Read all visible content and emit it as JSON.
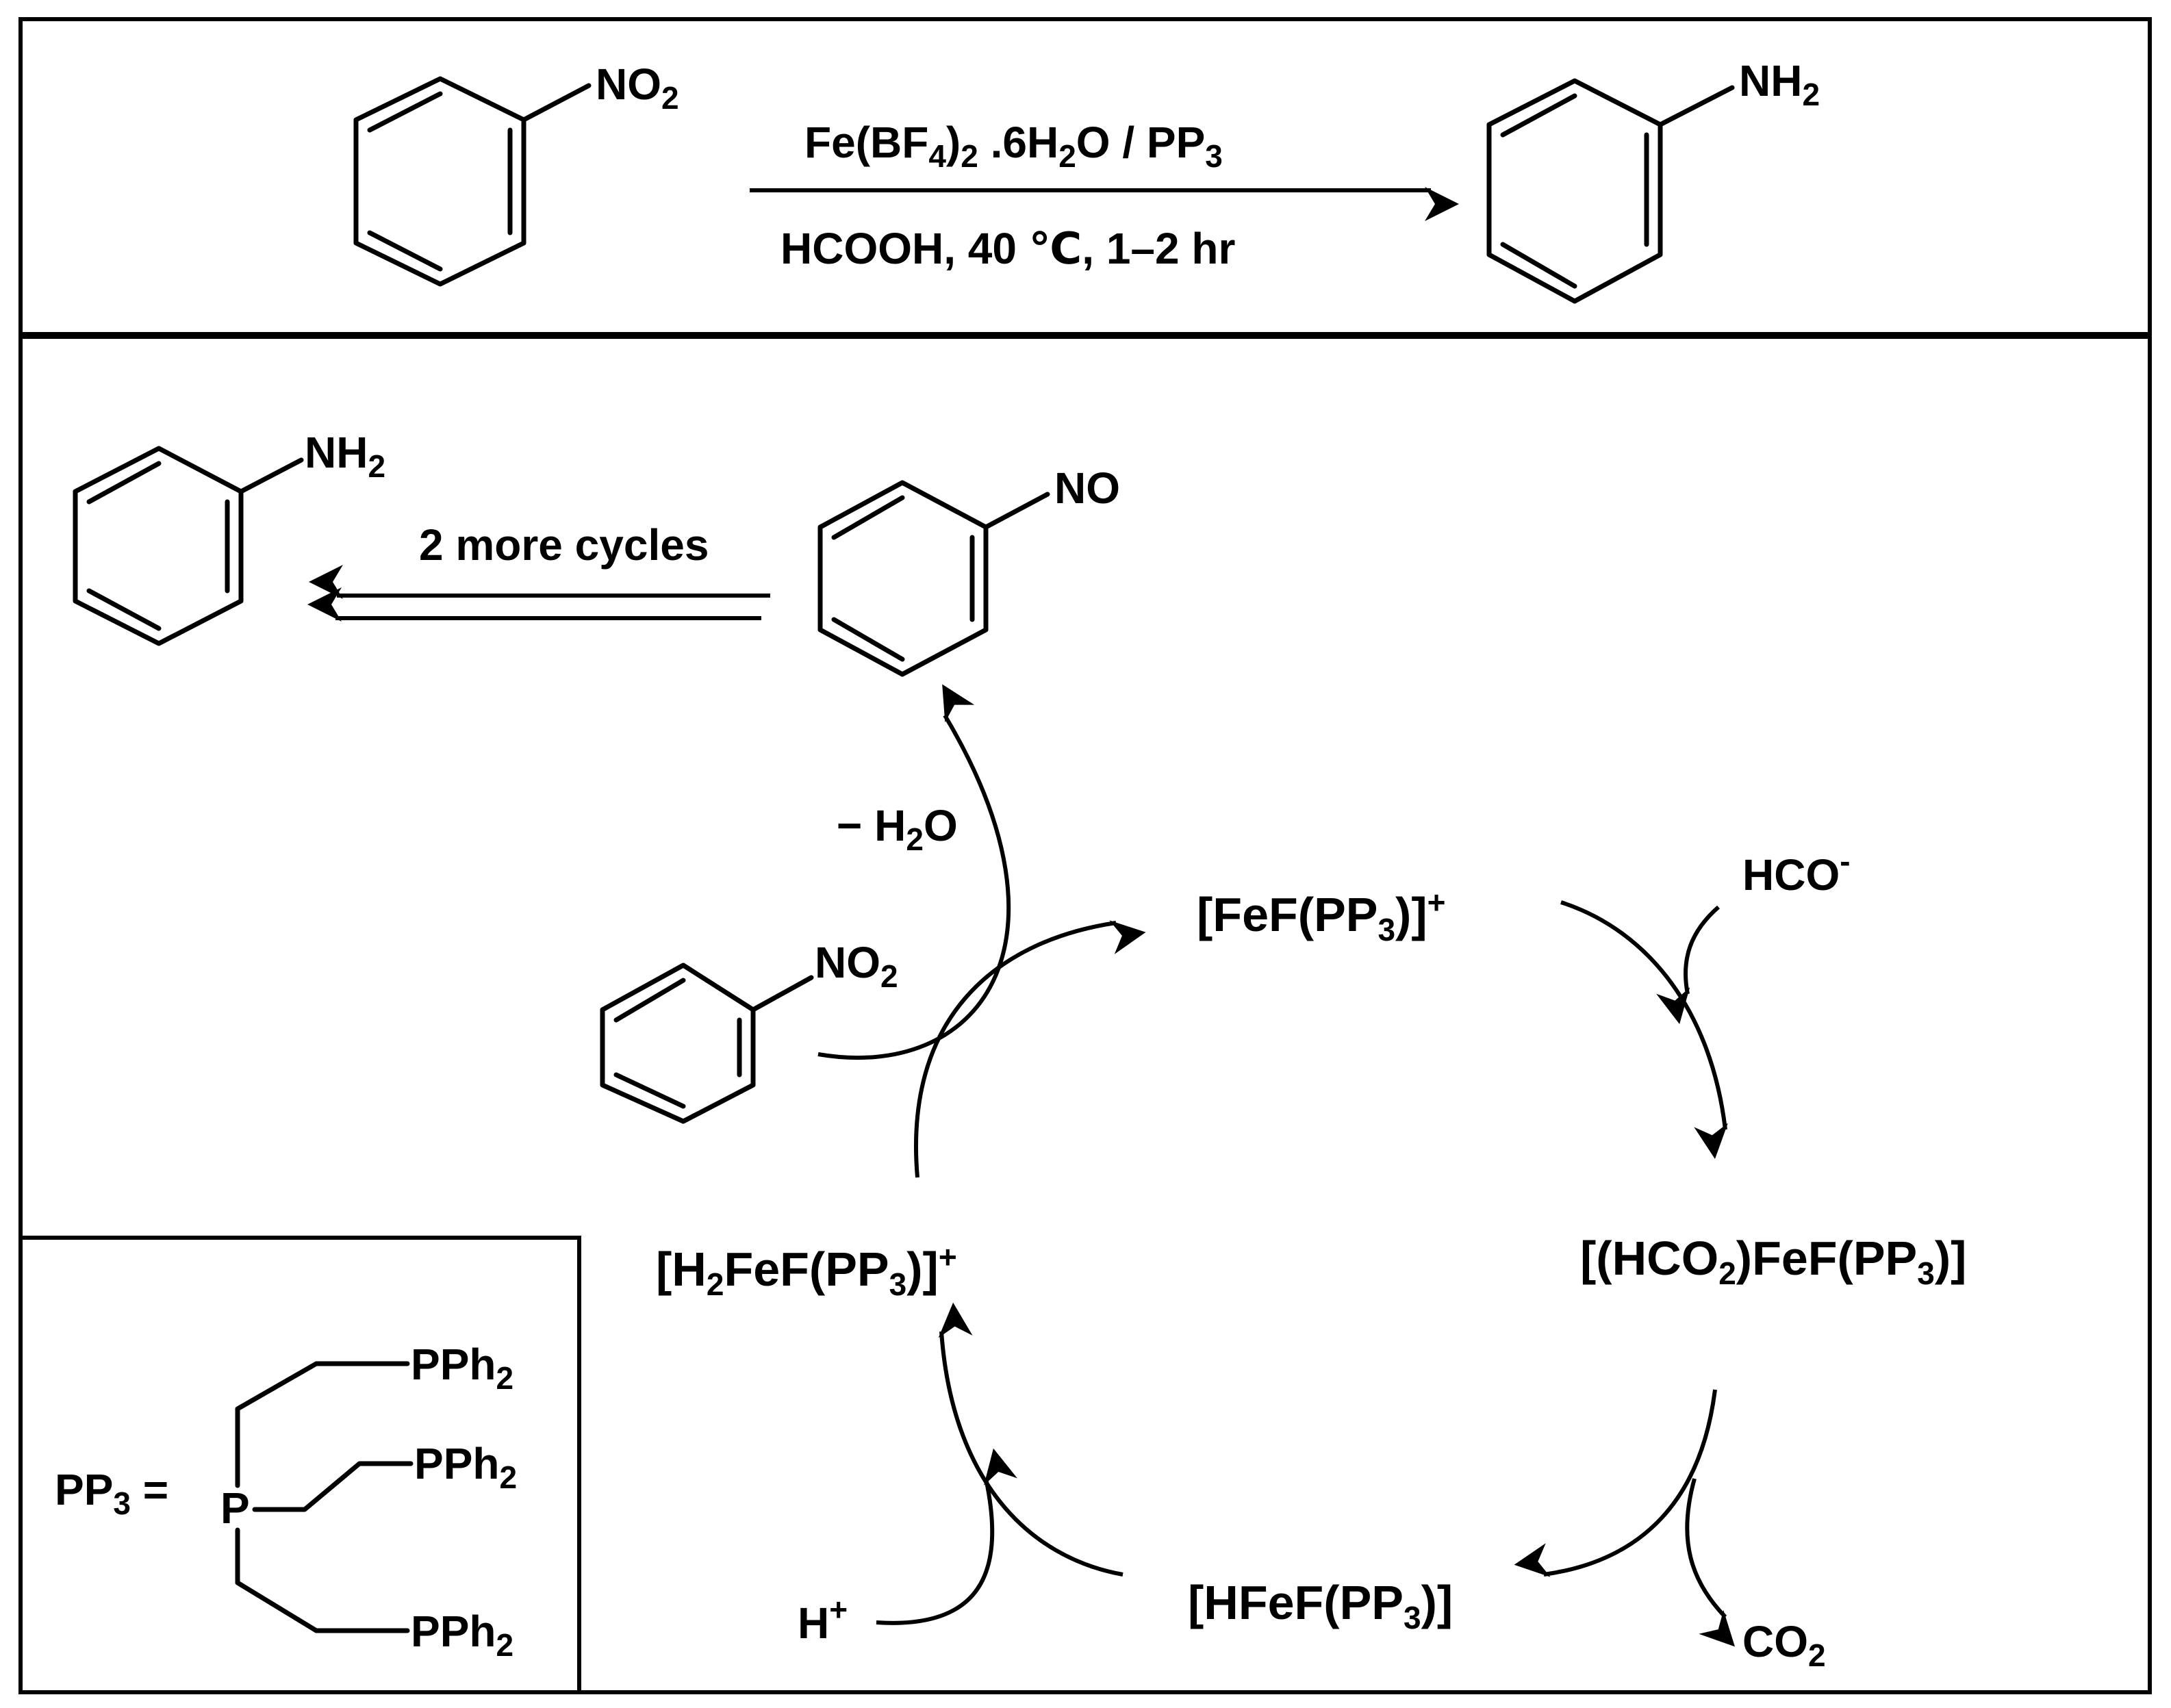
{
  "reaction": {
    "reactant_group": "NO2",
    "product_group": "NH2",
    "catalyst": "Fe(BF4)2 .6H2O / PP3",
    "conditions": "HCOOH, 40 ℃, 1–2 hr"
  },
  "cycle": {
    "species": [
      {
        "id": "fef",
        "label": "[FeF(PP3)]+"
      },
      {
        "id": "hco2",
        "label": "[(HCO2)FeF(PP3)]"
      },
      {
        "id": "hfef",
        "label": "[HFeF(PP3)]"
      },
      {
        "id": "h2fef",
        "label": "[H2FeF(PP3)]+"
      }
    ],
    "reagents": {
      "formate": "HCO-",
      "co2": "CO2",
      "proton": "H+",
      "water_loss": "− H2O",
      "nitrobenzene_group": "NO2"
    },
    "side_path": {
      "nitroso_group": "NO",
      "aniline_group": "NH2",
      "label": "2 more cycles"
    }
  },
  "ligand": {
    "label": "PP3 =",
    "center_atom": "P",
    "arm_group": "PPh2"
  }
}
